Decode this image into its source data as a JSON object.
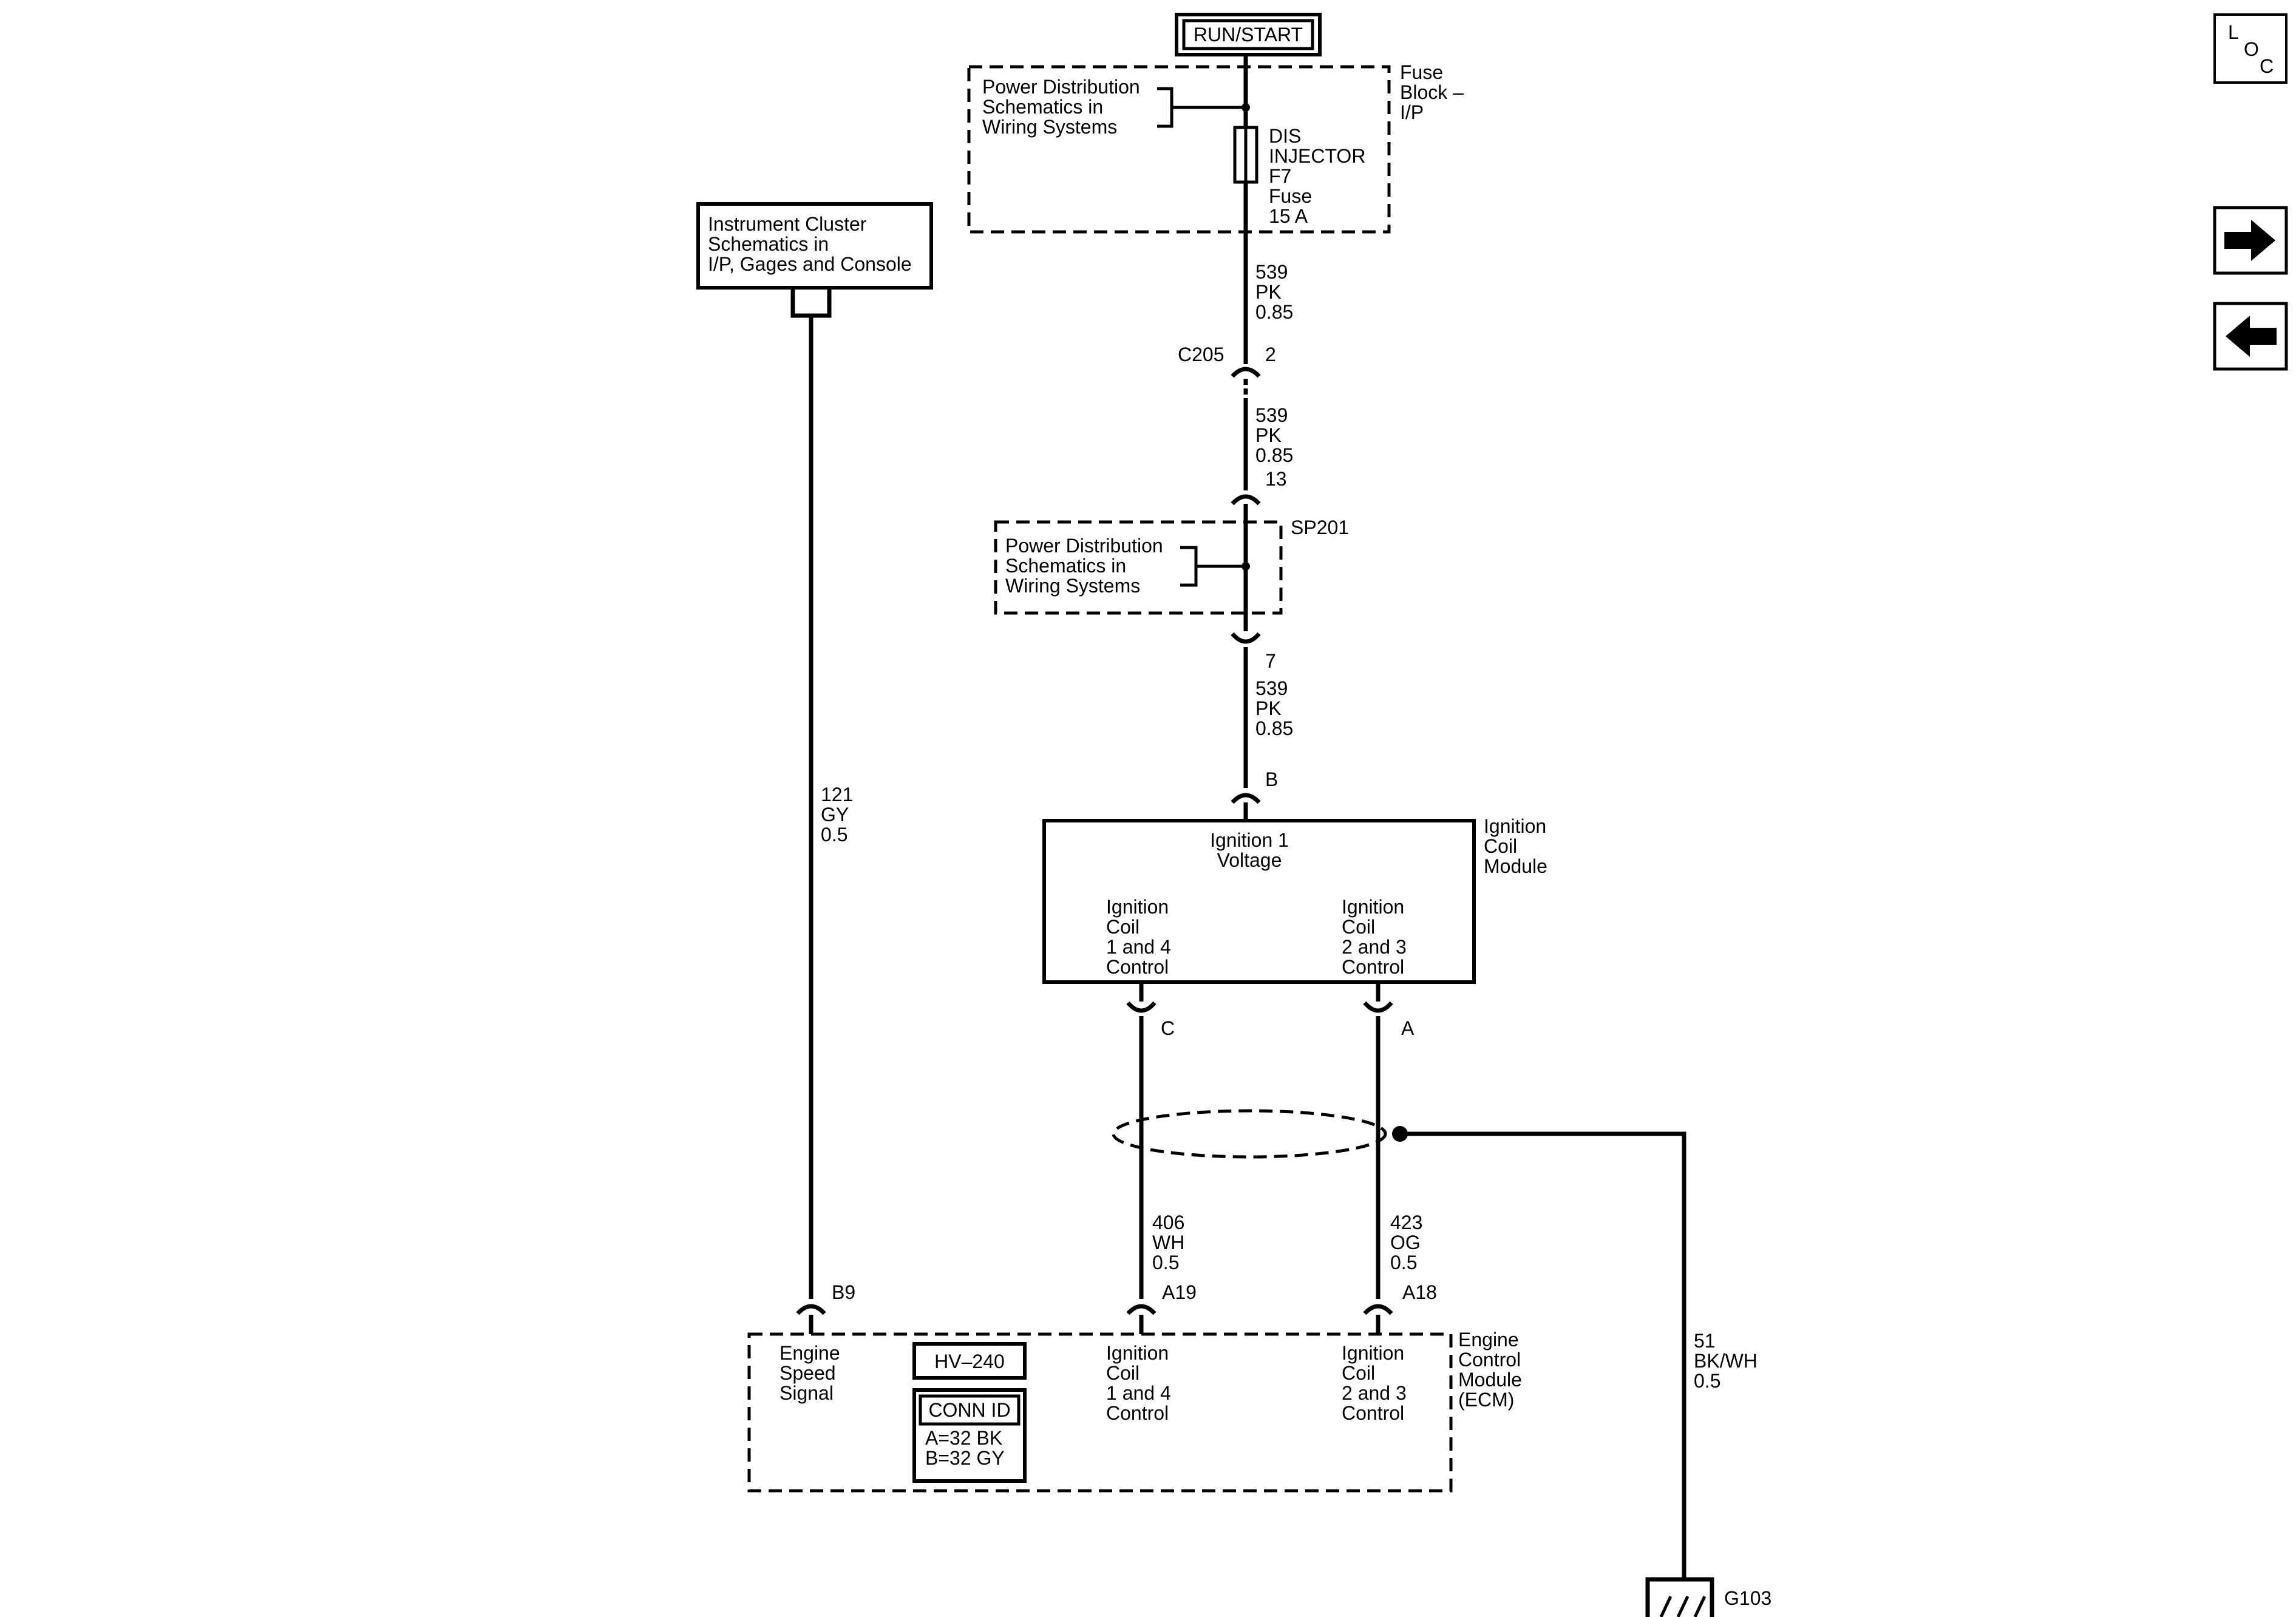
{
  "run_start": "RUN/START",
  "fuse_block": {
    "label": [
      "Fuse",
      "Block –",
      "I/P"
    ],
    "ref_box": [
      "Power Distribution",
      "Schematics in",
      "Wiring Systems"
    ],
    "fuse": [
      "DIS",
      "INJECTOR",
      "F7",
      "Fuse",
      "15 A"
    ]
  },
  "cluster_ref": [
    "Instrument Cluster",
    "Schematics in",
    "I/P, Gages and Console"
  ],
  "wires": {
    "w539_a": [
      "539",
      "PK",
      "0.85"
    ],
    "w539_b": [
      "539",
      "PK",
      "0.85"
    ],
    "w539_c": [
      "539",
      "PK",
      "0.85"
    ],
    "w121": [
      "121",
      "GY",
      "0.5"
    ],
    "w406": [
      "406",
      "WH",
      "0.5"
    ],
    "w423": [
      "423",
      "OG",
      "0.5"
    ],
    "w51": [
      "51",
      "BK/WH",
      "0.5"
    ]
  },
  "connectors": {
    "c205": "C205",
    "c205_pin_top": "2",
    "c205_pin_bottom": "13",
    "sp201_pin": "7",
    "icm_b": "B",
    "icm_c": "C",
    "icm_a": "A",
    "ecm_b9": "B9",
    "ecm_a19": "A19",
    "ecm_a18": "A18"
  },
  "splice": {
    "name": "SP201",
    "ref_box": [
      "Power Distribution",
      "Schematics in",
      "Wiring Systems"
    ]
  },
  "ignition_module": {
    "name": [
      "Ignition",
      "Coil",
      "Module"
    ],
    "voltage": [
      "Ignition 1",
      "Voltage"
    ],
    "coil14": [
      "Ignition",
      "Coil",
      "1 and 4",
      "Control"
    ],
    "coil23": [
      "Ignition",
      "Coil",
      "2 and 3",
      "Control"
    ]
  },
  "ecm": {
    "name": [
      "Engine",
      "Control",
      "Module",
      "(ECM)"
    ],
    "speed": [
      "Engine",
      "Speed",
      "Signal"
    ],
    "hv": "HV–240",
    "conn_title": "CONN ID",
    "conn_lines": [
      "A=32 BK",
      "B=32 GY"
    ],
    "coil14": [
      "Ignition",
      "Coil",
      "1 and 4",
      "Control"
    ],
    "coil23": [
      "Ignition",
      "Coil",
      "2 and 3",
      "Control"
    ]
  },
  "ground": "G103",
  "nav": {
    "loc": [
      "L",
      "O",
      "C"
    ],
    "next_icon": "arrow-right",
    "prev_icon": "arrow-left"
  }
}
